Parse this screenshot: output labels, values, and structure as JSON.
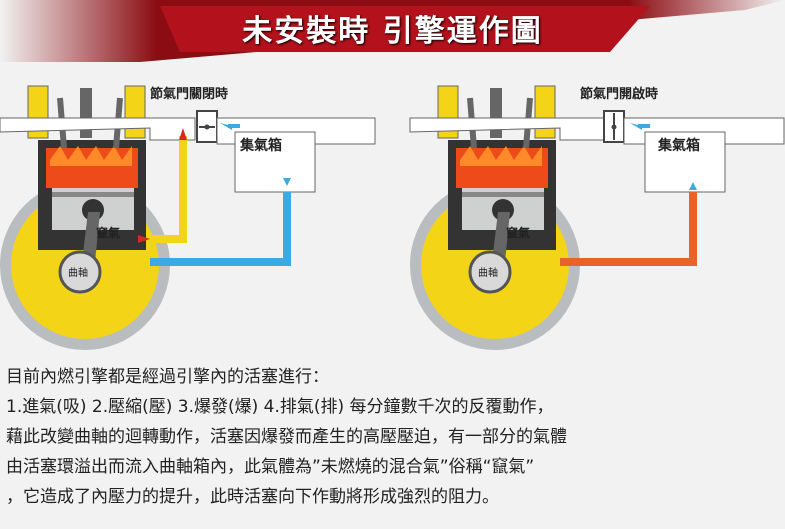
{
  "title": "未安裝時 引擎運作圖",
  "left": {
    "valve_label": "節氣門關閉時",
    "box_label": "集氣箱",
    "blowby_label": "竄氣",
    "crank_label": "曲軸"
  },
  "right": {
    "valve_label": "節氣門開啟時",
    "box_label": "集氣箱",
    "blowby_label": "竄氣",
    "crank_label": "曲軸"
  },
  "body": {
    "line1": "目前內燃引擎都是經過引擎內的活塞進行：",
    "line2": "1.進氣(吸) 2.壓縮(壓) 3.爆發(爆) 4.排氣(排) 每分鐘數千次的反覆動作，",
    "line3": "藉此改變曲軸的迴轉動作，活塞因爆發而產生的高壓壓迫，有一部分的氣體",
    "line4": "由活塞環溢出而流入曲軸箱內，此氣體為”未燃燒的混合氣”俗稱“竄氣”",
    "line5": "，它造成了內壓力的提升，此時活塞向下作動將形成強烈的阻力。"
  },
  "colors": {
    "banner": "#b3121c",
    "engine_yellow": "#f3d417",
    "blue_pipe": "#3ca9e0",
    "orange_pipe": "#e6642a",
    "crankcase": "#b9bdbf"
  }
}
